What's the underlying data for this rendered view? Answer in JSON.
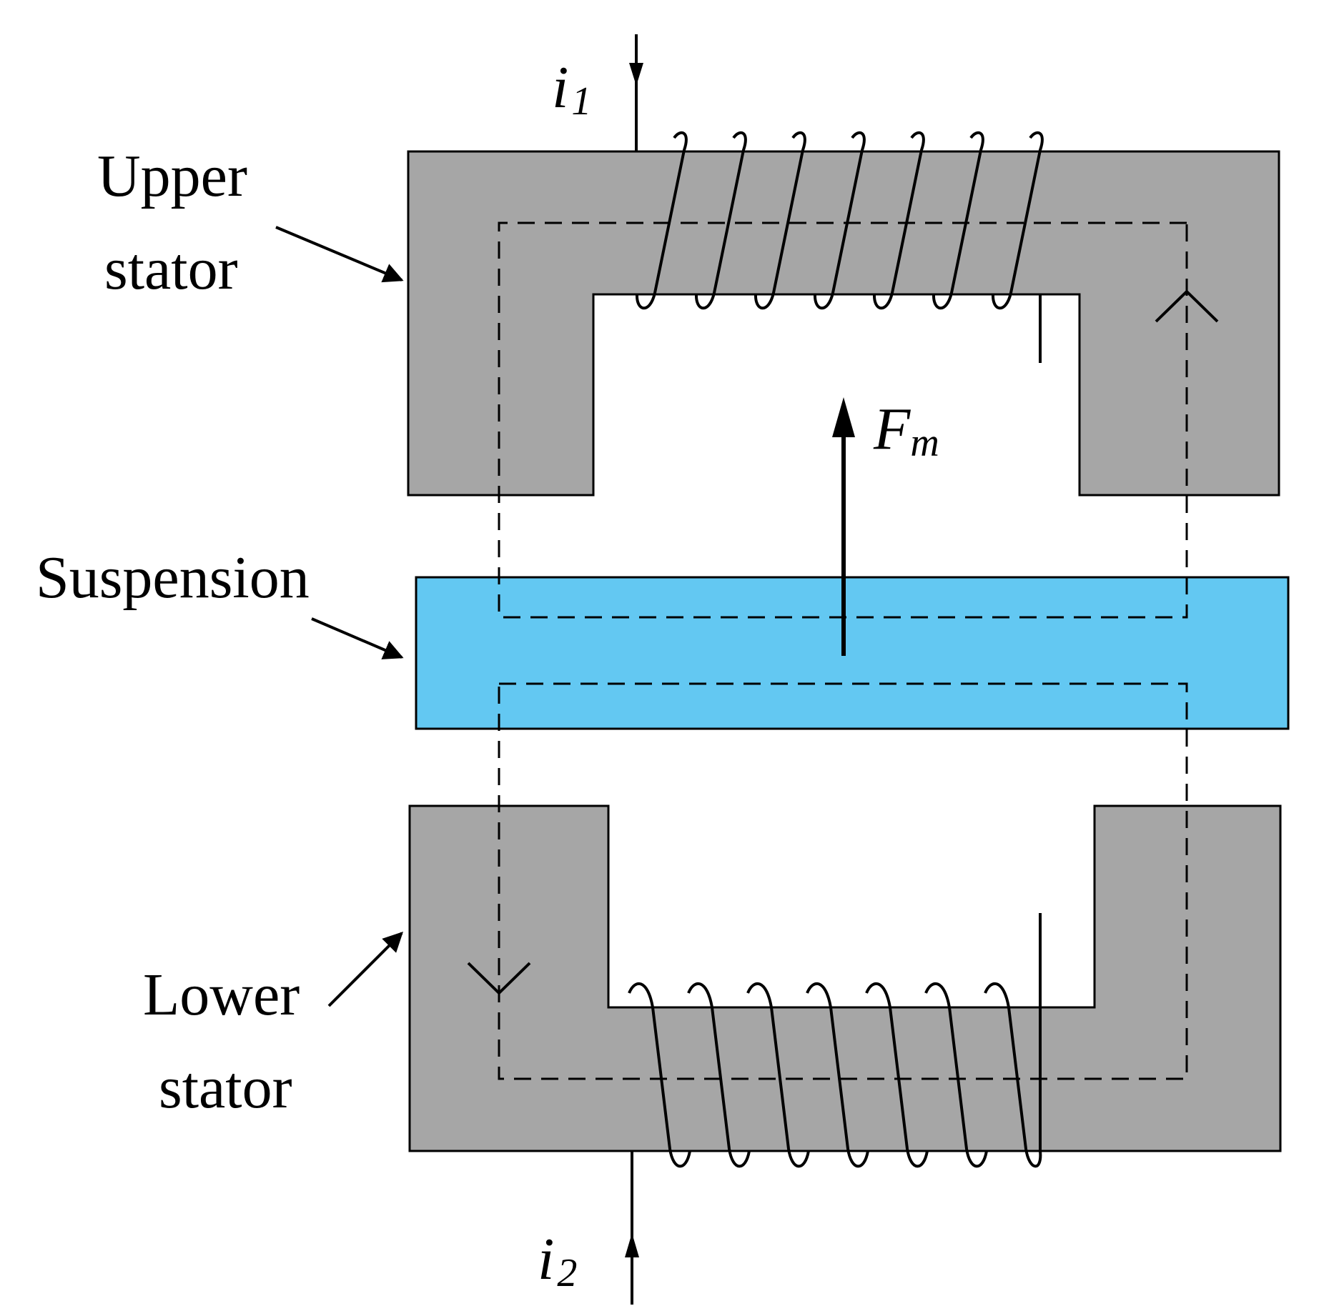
{
  "labels": {
    "upper_stator_line1": "Upper",
    "upper_stator_line2": "stator",
    "suspension": "Suspension",
    "lower_stator_line1": "Lower",
    "lower_stator_line2": "stator"
  },
  "symbols": {
    "current_top": {
      "base": "i",
      "sub": "1"
    },
    "current_bottom": {
      "base": "i",
      "sub": "2"
    },
    "force": {
      "base": "F",
      "sub": "m"
    }
  },
  "colors": {
    "stator": "#a6a6a6",
    "suspension": "#63c8f2",
    "stroke": "#000000",
    "background": "#ffffff"
  }
}
